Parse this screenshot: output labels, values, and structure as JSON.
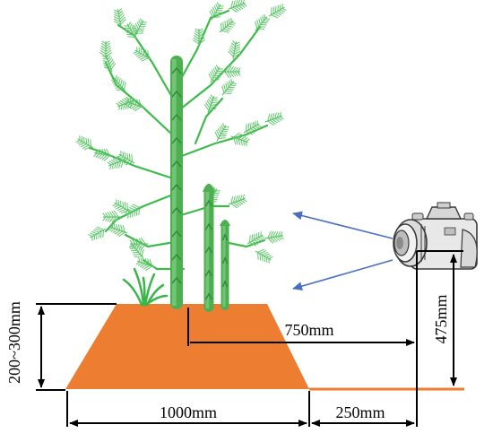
{
  "diagram": {
    "labels": {
      "ridge_width": "1000mm",
      "side_gap": "250mm",
      "camera_distance": "750mm",
      "camera_height": "475mm",
      "ridge_height": "200~300mm"
    },
    "colors": {
      "soil": "#ed7d31",
      "stem": "#4caf50",
      "stem_dark": "#2e8b3a",
      "branch": "#3dbb4a",
      "leaf": "#5ec76a",
      "arrow_blue": "#4a6fc1",
      "dimension_line": "#000000",
      "camera_body": "#e8e8e8",
      "camera_outline": "#3a3a3a"
    },
    "icons": [
      "camera-icon",
      "asparagus-plant-icon",
      "grass-tuft-icon"
    ]
  }
}
